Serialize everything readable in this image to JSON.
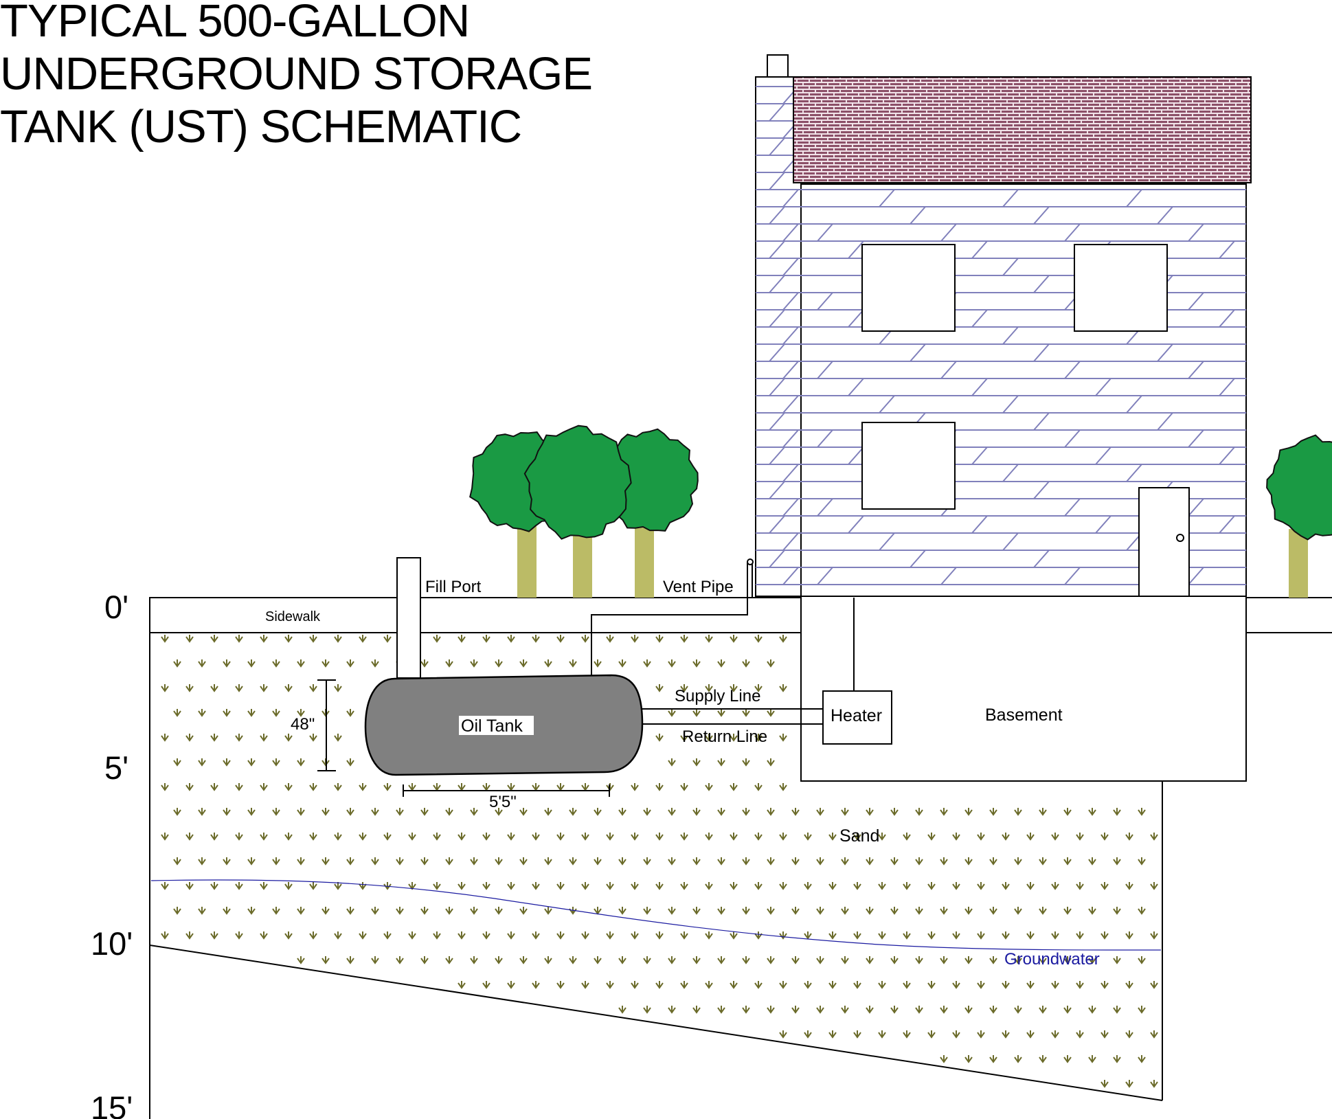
{
  "title": {
    "line1": "TYPICAL 500-GALLON",
    "line2": "UNDERGROUND STORAGE",
    "line3": "TANK (UST) SCHEMATIC"
  },
  "depth_scale": {
    "d0": "0'",
    "d5": "5'",
    "d10": "10'",
    "d15": "15'"
  },
  "labels": {
    "sidewalk": "Sidewalk",
    "fill_port": "Fill Port",
    "vent_pipe": "Vent Pipe",
    "oil_tank": "Oil Tank",
    "tank_height": "48\"",
    "tank_length": "5'5\"",
    "supply_line": "Supply Line",
    "return_line": "Return Line",
    "heater": "Heater",
    "basement": "Basement",
    "sand": "Sand",
    "groundwater": "Groundwater"
  },
  "colors": {
    "tree_canopy": "#1a9a44",
    "tree_trunk": "#bbbb66",
    "siding_lines": "#8080bb",
    "roof_fill": "#a88a98",
    "tank_fill": "#808080",
    "sand_marks": "#6b6b2a",
    "groundwater": "#1a1aa0"
  },
  "icons": {
    "tree": "tree-icon",
    "door_knob": "door-knob-icon",
    "sand_mark": "sand-arrow-icon"
  }
}
